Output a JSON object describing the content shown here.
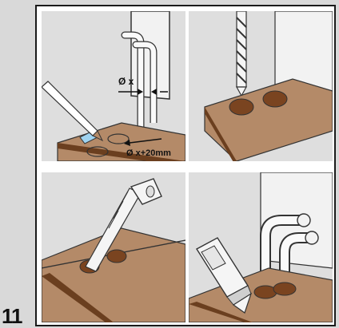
{
  "step_number": "11",
  "panel1": {
    "label_pipe_diameter": "Ø x",
    "label_hole_diameter": "Ø x+20mm"
  },
  "colors": {
    "wood_top": "#b48a68",
    "wood_edge": "#6b3f1f",
    "hole": "#7a4420",
    "background": "#dedede",
    "wall": "#f2f2f2",
    "tape": "#9fd3f0"
  },
  "icons": [
    "pipe-icon",
    "pencil-icon",
    "drill-bit-icon",
    "saw-icon",
    "sealant-tube-icon"
  ]
}
